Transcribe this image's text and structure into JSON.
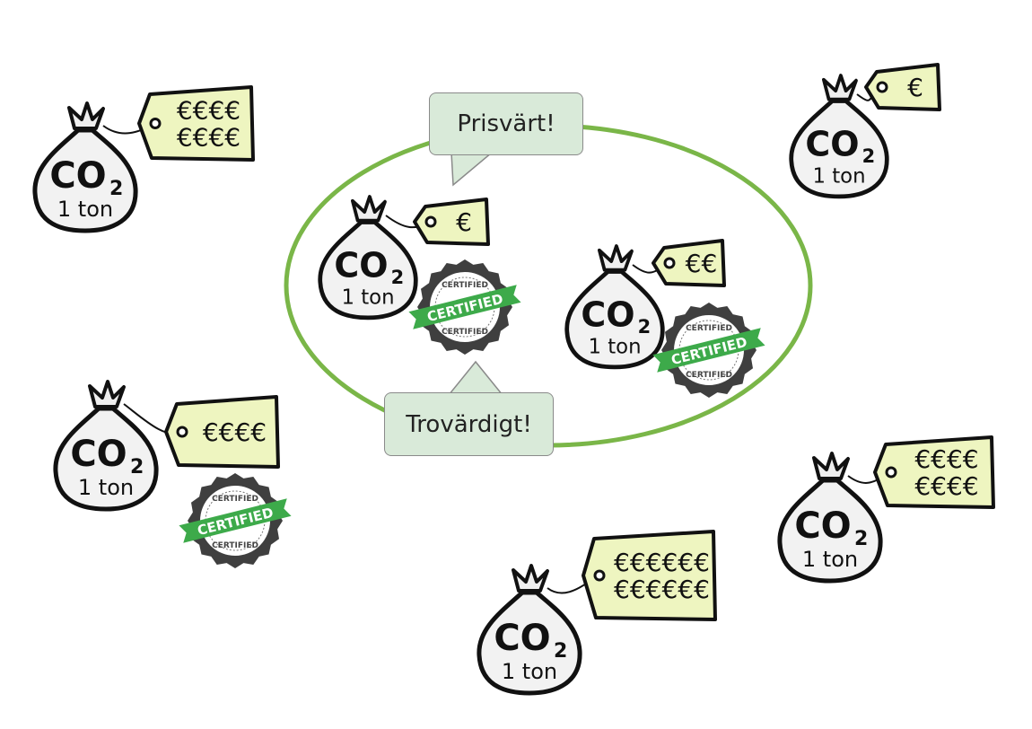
{
  "bag": {
    "molecule": "CO",
    "subscript": "2",
    "amount": "1 ton"
  },
  "certificate": {
    "ribbon": "CERTIFIED",
    "ring_top": "CERTIFIED",
    "ring_bottom": "CERTIFIED"
  },
  "colors": {
    "ellipse": "#7ab648",
    "tag": "#eef5c0",
    "bubble": "#d9ead9",
    "ribbon": "#3daa4a",
    "badge": "#3f3f3f"
  },
  "bags": [
    {
      "price_lines": [
        "€€€€",
        "€€€€"
      ],
      "certified": false
    },
    {
      "price_lines": [
        "€"
      ],
      "certified": false
    },
    {
      "price_lines": [
        "€"
      ],
      "certified": true
    },
    {
      "price_lines": [
        "€€"
      ],
      "certified": true
    },
    {
      "price_lines": [
        "€€€€"
      ],
      "certified": true
    },
    {
      "price_lines": [
        "€€€€",
        "€€€€"
      ],
      "certified": false
    },
    {
      "price_lines": [
        "€€€€€€",
        "€€€€€€"
      ],
      "certified": false
    }
  ],
  "bubbles": {
    "top": "Prisvärt!",
    "bottom": "Trovärdigt!"
  }
}
